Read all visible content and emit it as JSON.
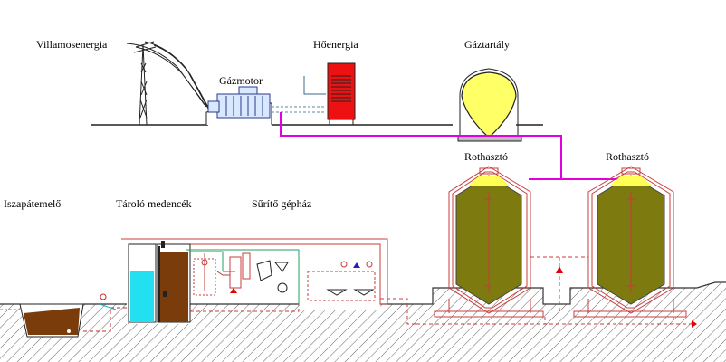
{
  "labels": {
    "villamosenergia": "Villamosenergia",
    "gazmotor": "Gázmotor",
    "hoenergia": "Hőenergia",
    "gaztartaly": "Gáztartály",
    "rothaszto_1": "Rothasztó",
    "rothaszto_2": "Rothasztó",
    "iszapatemelo": "Iszapátemelő",
    "tarolo_medencek": "Tároló medencék",
    "surito_gephaz": "Sűrítő gépház"
  },
  "colors": {
    "gas_line": "#e000e0",
    "digester_sludge": "#7d7a10",
    "gas_cap": "#ffff55",
    "tank_outline": "#c83c3c",
    "heater": "#ee1111",
    "gas_tank": "#ffff66",
    "storage_water": "#22e0f0",
    "storage_sludge": "#7a3c0a",
    "ground_hatch": "#555555",
    "sludge_line": "#c82828",
    "water_line": "#20b0c0"
  }
}
